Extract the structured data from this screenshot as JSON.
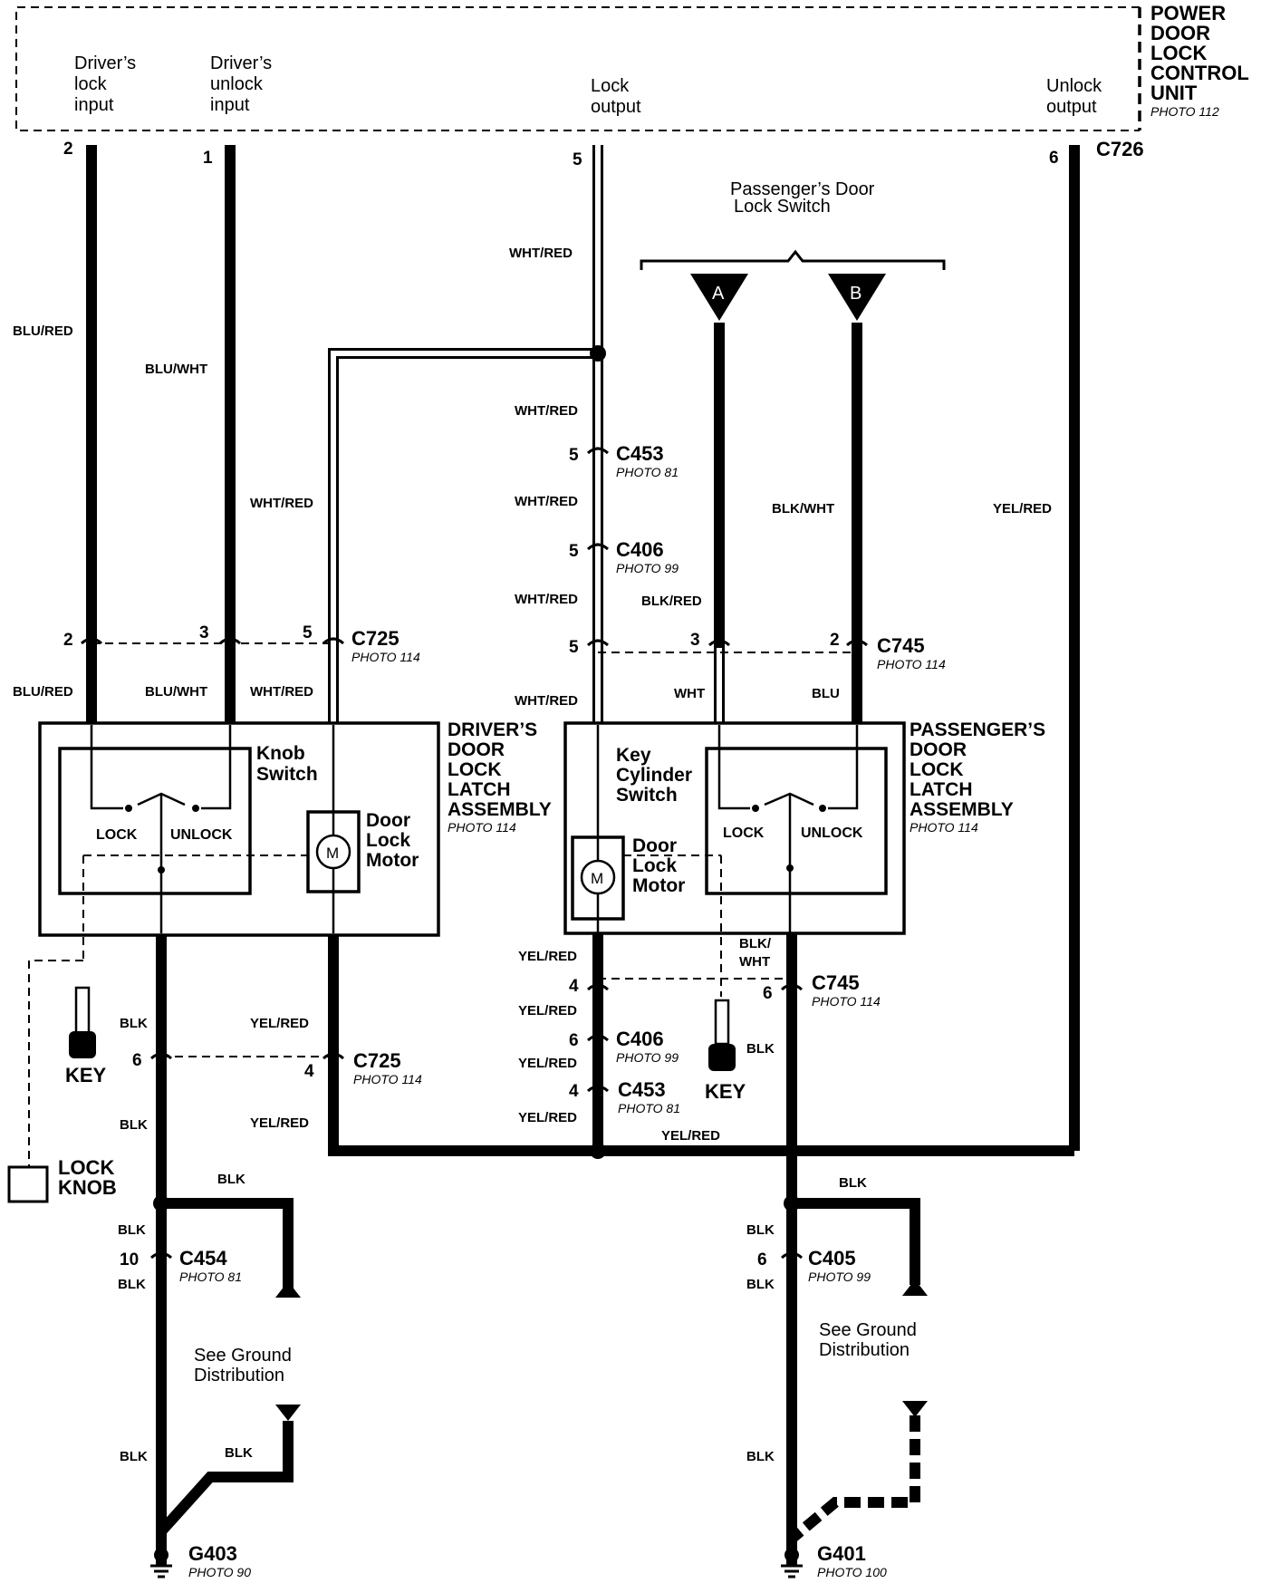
{
  "control_unit": {
    "title_lines": [
      "POWER",
      "DOOR",
      "LOCK",
      "CONTROL",
      "UNIT"
    ],
    "photo": "PHOTO 112",
    "connector": "C726",
    "inputs": [
      {
        "pin": "2",
        "lines": [
          "Driver’s",
          "lock",
          "input"
        ]
      },
      {
        "pin": "1",
        "lines": [
          "Driver’s",
          "unlock",
          "input"
        ]
      },
      {
        "pin": "5",
        "lines": [
          "Lock",
          "output"
        ]
      },
      {
        "pin": "6",
        "lines": [
          "Unlock",
          "output"
        ]
      }
    ]
  },
  "passenger_switch": {
    "label_lines": [
      "Passenger’s Door",
      "Lock Switch"
    ],
    "terminal_a": "A",
    "terminal_b": "B"
  },
  "wire_colors": {
    "blu_red": "BLU/RED",
    "blu_wht": "BLU/WHT",
    "wht_red": "WHT/RED",
    "blk_wht": "BLK/WHT",
    "blk_red": "BLK/RED",
    "yel_red": "YEL/RED",
    "wht": "WHT",
    "blu": "BLU",
    "blk": "BLK",
    "blk_wht_split": [
      "BLK/",
      "WHT"
    ]
  },
  "connectors": {
    "c453_top": {
      "name": "C453",
      "photo": "PHOTO 81",
      "pin": "5"
    },
    "c406_top": {
      "name": "C406",
      "photo": "PHOTO 99",
      "pin": "5"
    },
    "c725_top": {
      "name": "C725",
      "photo": "PHOTO 114",
      "pins": [
        "2",
        "3",
        "5"
      ]
    },
    "c745_top": {
      "name": "C745",
      "photo": "PHOTO 114",
      "pins": [
        "5",
        "3",
        "2"
      ]
    },
    "c745_bot": {
      "name": "C745",
      "photo": "PHOTO 114",
      "pins": [
        "4",
        "6"
      ]
    },
    "c725_bot": {
      "name": "C725",
      "photo": "PHOTO 114",
      "pins": [
        "6",
        "4"
      ]
    },
    "c406_bot": {
      "name": "C406",
      "photo": "PHOTO 99",
      "pin": "6"
    },
    "c453_bot": {
      "name": "C453",
      "photo": "PHOTO 81",
      "pin": "4"
    },
    "c454": {
      "name": "C454",
      "photo": "PHOTO 81",
      "pin": "10"
    },
    "c405": {
      "name": "C405",
      "photo": "PHOTO 99",
      "pin": "6"
    }
  },
  "driver_latch": {
    "title_lines": [
      "DRIVER’S",
      "DOOR",
      "LOCK",
      "LATCH",
      "ASSEMBLY"
    ],
    "photo": "PHOTO 114",
    "switch_lines": [
      "Knob",
      "Switch"
    ],
    "lock": "LOCK",
    "unlock": "UNLOCK",
    "motor_lines": [
      "Door",
      "Lock",
      "Motor"
    ],
    "motor_symbol": "M"
  },
  "passenger_latch": {
    "title_lines": [
      "PASSENGER’S",
      "DOOR",
      "LOCK",
      "LATCH",
      "ASSEMBLY"
    ],
    "photo": "PHOTO 114",
    "switch_lines": [
      "Key",
      "Cylinder",
      "Switch"
    ],
    "lock": "LOCK",
    "unlock": "UNLOCK",
    "motor_lines": [
      "Door",
      "Lock",
      "Motor"
    ],
    "motor_symbol": "M"
  },
  "key_label": "KEY",
  "lock_knob_lines": [
    "LOCK",
    "KNOB"
  ],
  "ground_note_lines": [
    "See Ground",
    "Distribution"
  ],
  "grounds": {
    "g403": {
      "name": "G403",
      "photo": "PHOTO 90"
    },
    "g401": {
      "name": "G401",
      "photo": "PHOTO 100"
    }
  }
}
